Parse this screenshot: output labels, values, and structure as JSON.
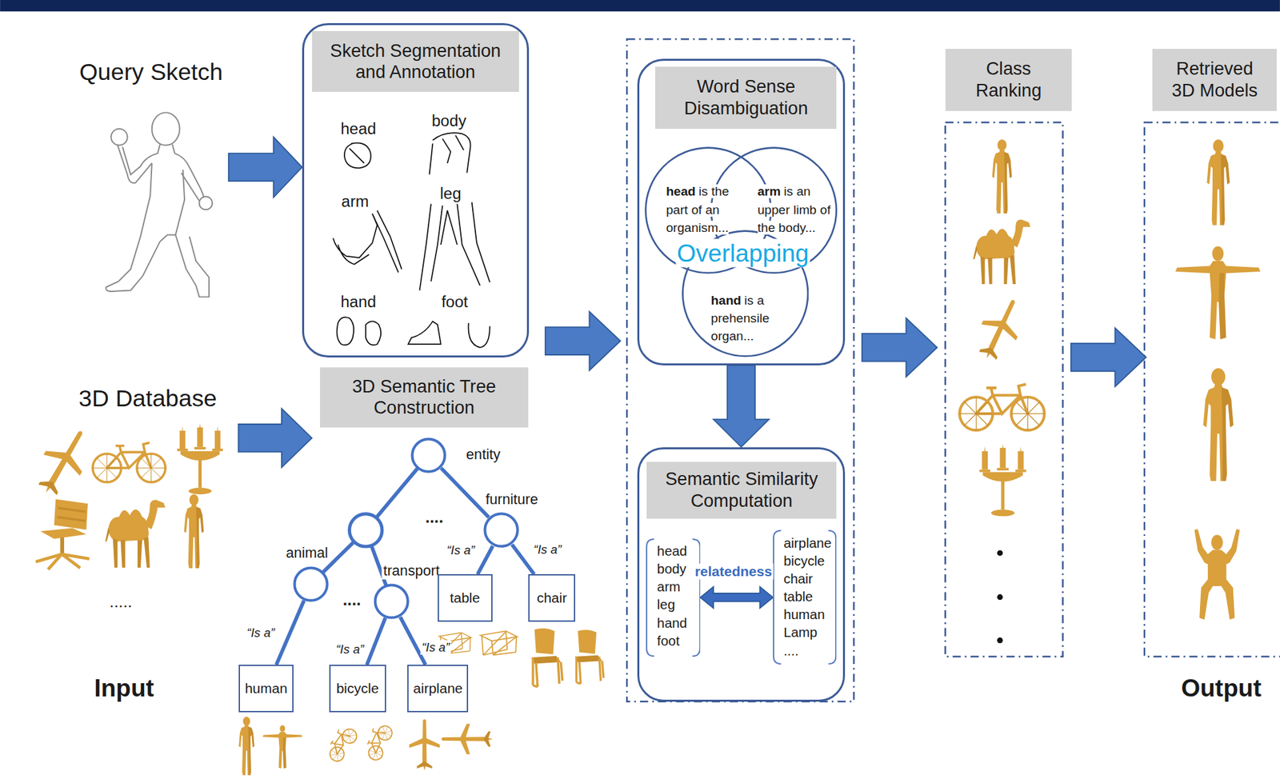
{
  "diagram": {
    "nodes": [
      {
        "text": [
          "Sketch Segmentation and Annotation"
        ]
      },
      {
        "text": [
          "3D Semantic Tree Construction"
        ]
      },
      {
        "text": [
          "entity"
        ]
      },
      {
        "text": [
          "furniture"
        ]
      },
      {
        "text": [
          "animal"
        ]
      },
      {
        "text": [
          "transport"
        ]
      },
      {
        "text": [
          "table"
        ]
      },
      {
        "text": [
          "chair"
        ]
      },
      {
        "text": [
          "human"
        ]
      },
      {
        "text": [
          "bicycle"
        ]
      },
      {
        "text": [
          "airplane"
        ]
      },
      {
        "text": [
          "Word Sense Disambiguation"
        ]
      },
      {
        "text": [
          "head",
          "is the part of an organism..."
        ],
        "in": 11
      },
      {
        "text": [
          "arm",
          "is an upper limb of the body..."
        ],
        "in": 11
      },
      {
        "text": [
          "hand",
          "is a prehensile organ..."
        ],
        "in": 11
      },
      {
        "text": [
          "Semantic Similarity Computation"
        ]
      },
      {
        "text": [
          "head",
          "body",
          "arm",
          "leg",
          "hand",
          "foot"
        ],
        "in": 15
      },
      {
        "text": [
          "airplane",
          "bicycle",
          "chair",
          "table",
          "human",
          "Lamp",
          "...."
        ],
        "in": 15
      },
      {
        "text": [
          "Class Ranking"
        ]
      },
      {
        "text": [
          "Retrieved 3D Models"
        ]
      }
    ],
    "edges": [
      {
        "from": 2,
        "to": 3,
        "arrow": "none"
      },
      {
        "from": 3,
        "to": 6,
        "label": "“Is a”",
        "arrow": "none"
      },
      {
        "from": 3,
        "to": 7,
        "label": "“Is a”",
        "arrow": "none"
      },
      {
        "from": 4,
        "to": 8,
        "label": "“Is a”",
        "arrow": "none"
      },
      {
        "from": 5,
        "to": 9,
        "label": "“Is a”",
        "arrow": "none"
      },
      {
        "from": 5,
        "to": 10,
        "label": "“Is a”",
        "arrow": "none"
      },
      {
        "from": 11,
        "to": 15,
        "arrow": "to"
      },
      {
        "from": 16,
        "to": 17,
        "label": "relatedness",
        "arrow": "both"
      }
    ],
    "labels": [
      "Query Sketch",
      "head",
      "body",
      "arm",
      "leg",
      "hand",
      "foot",
      "3D Database",
      ".....",
      "....",
      "....",
      "Overlapping",
      "Input",
      "Output"
    ]
  }
}
